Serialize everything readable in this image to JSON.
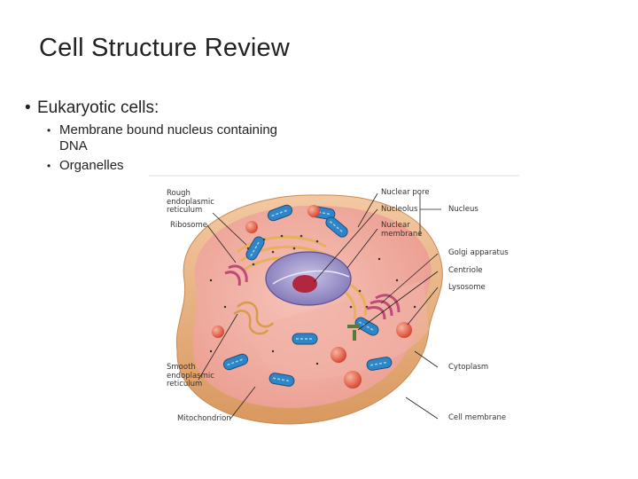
{
  "slide": {
    "title": "Cell Structure Review",
    "bullet": "Eukaryotic cells:",
    "sub_bullets": [
      "Membrane bound nucleus containing DNA",
      "Organelles"
    ]
  },
  "diagram": {
    "labels": {
      "rough_er": "Rough\nendoplasmic\nreticulum",
      "ribosome": "Ribosome",
      "smooth_er": "Smooth\nendoplasmic\nreticulum",
      "mitochondrion": "Mitochondrion",
      "nuclear_pore": "Nuclear pore",
      "nucleolus": "Nucleolus",
      "nucleus": "Nucleus",
      "nuclear_membrane": "Nuclear\nmembrane",
      "golgi": "Golgi apparatus",
      "centriole": "Centriole",
      "lysosome": "Lysosome",
      "cytoplasm": "Cytoplasm",
      "cell_membrane": "Cell membrane"
    }
  }
}
